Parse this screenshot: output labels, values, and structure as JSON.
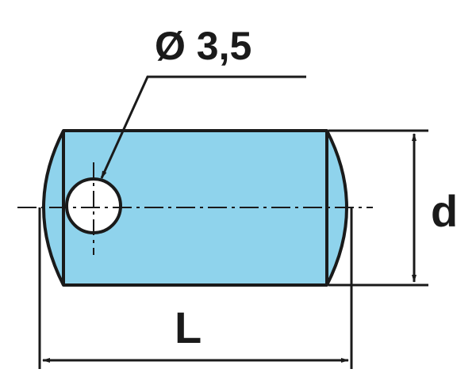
{
  "drawing": {
    "hole_label": "Ø 3,5",
    "length_label": "L",
    "diameter_label": "d"
  },
  "colors": {
    "body_fill": "#8fd3ec",
    "outline": "#1a1a1a",
    "background": "#ffffff"
  }
}
